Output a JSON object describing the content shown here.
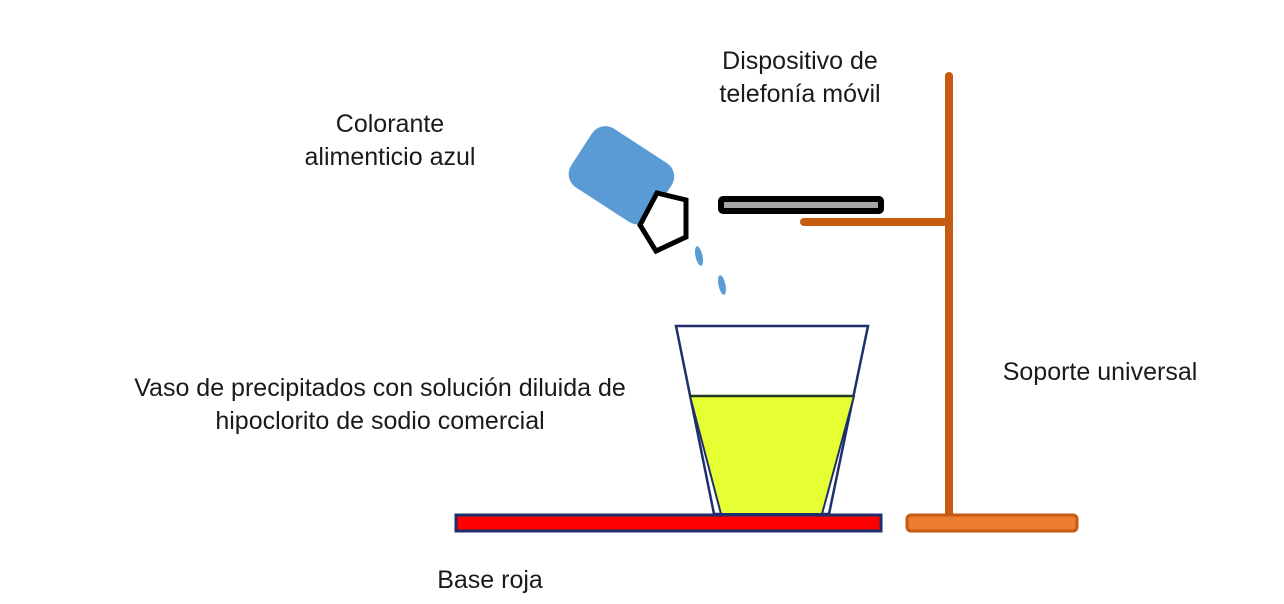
{
  "labels": {
    "dye": {
      "line1": "Colorante",
      "line2": "alimenticio azul"
    },
    "phone": {
      "line1": "Dispositivo de",
      "line2": "telefonía móvil"
    },
    "beaker": {
      "line1": "Vaso de precipitados con solución diluida de",
      "line2": "hipoclorito de sodio comercial"
    },
    "stand": {
      "line1": "Soporte universal"
    },
    "base": {
      "line1": "Base roja"
    }
  },
  "colors": {
    "dye_bottle": "#5b9bd5",
    "drop": "#5b9bd5",
    "phone_body": "#000000",
    "phone_screen": "#a6a6a6",
    "stand": "#c55a11",
    "stand_base": "#ed7d31",
    "solution": "#e6ff33",
    "beaker_outline": "#1f2f6b",
    "red_base": "#ff0000",
    "red_base_border": "#1f2f6b"
  }
}
